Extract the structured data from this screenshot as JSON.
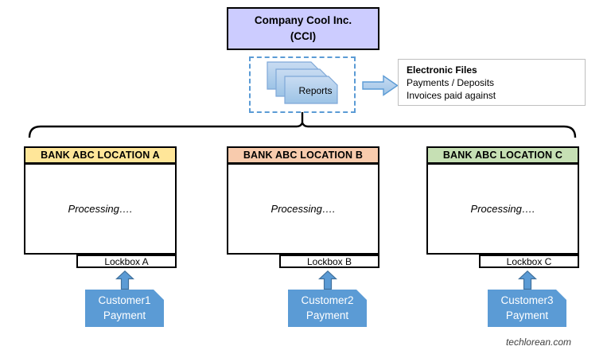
{
  "colors": {
    "company_fill": "#ccccff",
    "accent_blue": "#5b9bd5",
    "light_blue": "#9cc3e6",
    "doc_fill_top": "#c9dcf2",
    "doc_fill_bottom": "#9cc3e6",
    "doc_stroke": "#7fa8d8",
    "arrow_stroke": "#41719c",
    "bracket_color": "#000000",
    "bank_a_header": "#ffe699",
    "bank_b_header": "#f8cbad",
    "bank_c_header": "#c6e0b4"
  },
  "company": {
    "line1": "Company Cool Inc.",
    "line2": "(CCI)"
  },
  "reports_label": "Reports",
  "electronic_files": {
    "title": "Electronic Files",
    "line1": "Payments / Deposits",
    "line2": "Invoices paid against"
  },
  "banks": [
    {
      "name": "BANK ABC LOCATION A",
      "header_color": "#ffe699",
      "status": "Processing….",
      "lockbox": "Lockbox A",
      "customer_line1": "Customer1",
      "customer_line2": "Payment"
    },
    {
      "name": "BANK ABC LOCATION B",
      "header_color": "#f8cbad",
      "status": "Processing….",
      "lockbox": "Lockbox B",
      "customer_line1": "Customer2",
      "customer_line2": "Payment"
    },
    {
      "name": "BANK ABC LOCATION C",
      "header_color": "#c6e0b4",
      "status": "Processing….",
      "lockbox": "Lockbox C",
      "customer_line1": "Customer3",
      "customer_line2": "Payment"
    }
  ],
  "watermark": "techlorean.com"
}
